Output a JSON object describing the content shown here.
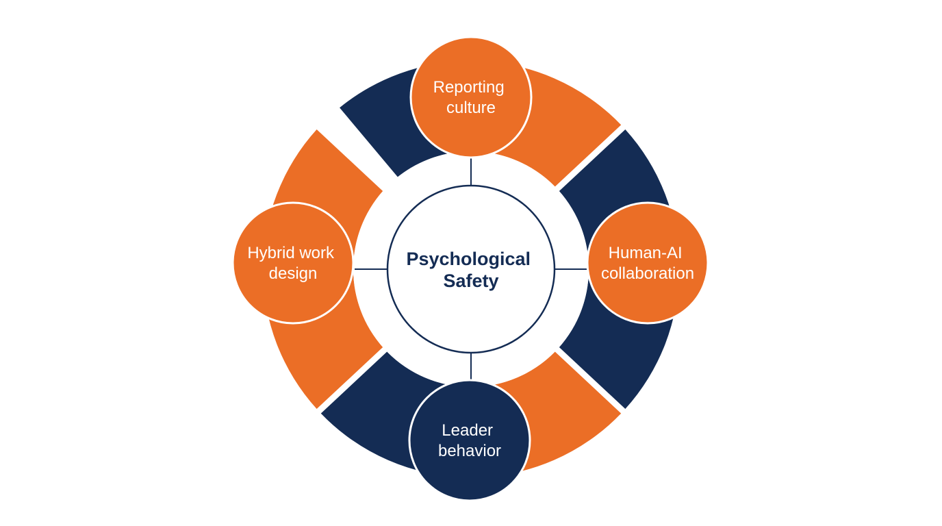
{
  "colors": {
    "orange": "#EB6E26",
    "navy": "#142C54",
    "white": "#FFFFFF",
    "center_stroke": "#142C54",
    "center_text": "#142C54"
  },
  "center": {
    "lines": [
      "Psychological",
      "Safety"
    ]
  },
  "ring": {
    "segments": [
      {
        "from_deg": -130,
        "to_deg": -90,
        "color": "navy"
      },
      {
        "from_deg": -90,
        "to_deg": -43,
        "color": "orange"
      },
      {
        "from_deg": -43,
        "to_deg": 43,
        "color": "navy"
      },
      {
        "from_deg": 43,
        "to_deg": 90,
        "color": "orange"
      },
      {
        "from_deg": 90,
        "to_deg": 137,
        "color": "navy"
      },
      {
        "from_deg": 137,
        "to_deg": 223,
        "color": "orange"
      }
    ]
  },
  "nodes": [
    {
      "id": "reporting-culture",
      "lines": [
        "Reporting",
        "culture"
      ],
      "position": "top",
      "color": "orange"
    },
    {
      "id": "human-ai-collaboration",
      "lines": [
        "Human-AI",
        "collaboration"
      ],
      "position": "right",
      "color": "orange"
    },
    {
      "id": "leader-behavior",
      "lines": [
        "Leader",
        "behavior"
      ],
      "position": "bottom",
      "color": "navy"
    },
    {
      "id": "hybrid-work-design",
      "lines": [
        "Hybrid work",
        "design"
      ],
      "position": "left",
      "color": "orange"
    }
  ]
}
